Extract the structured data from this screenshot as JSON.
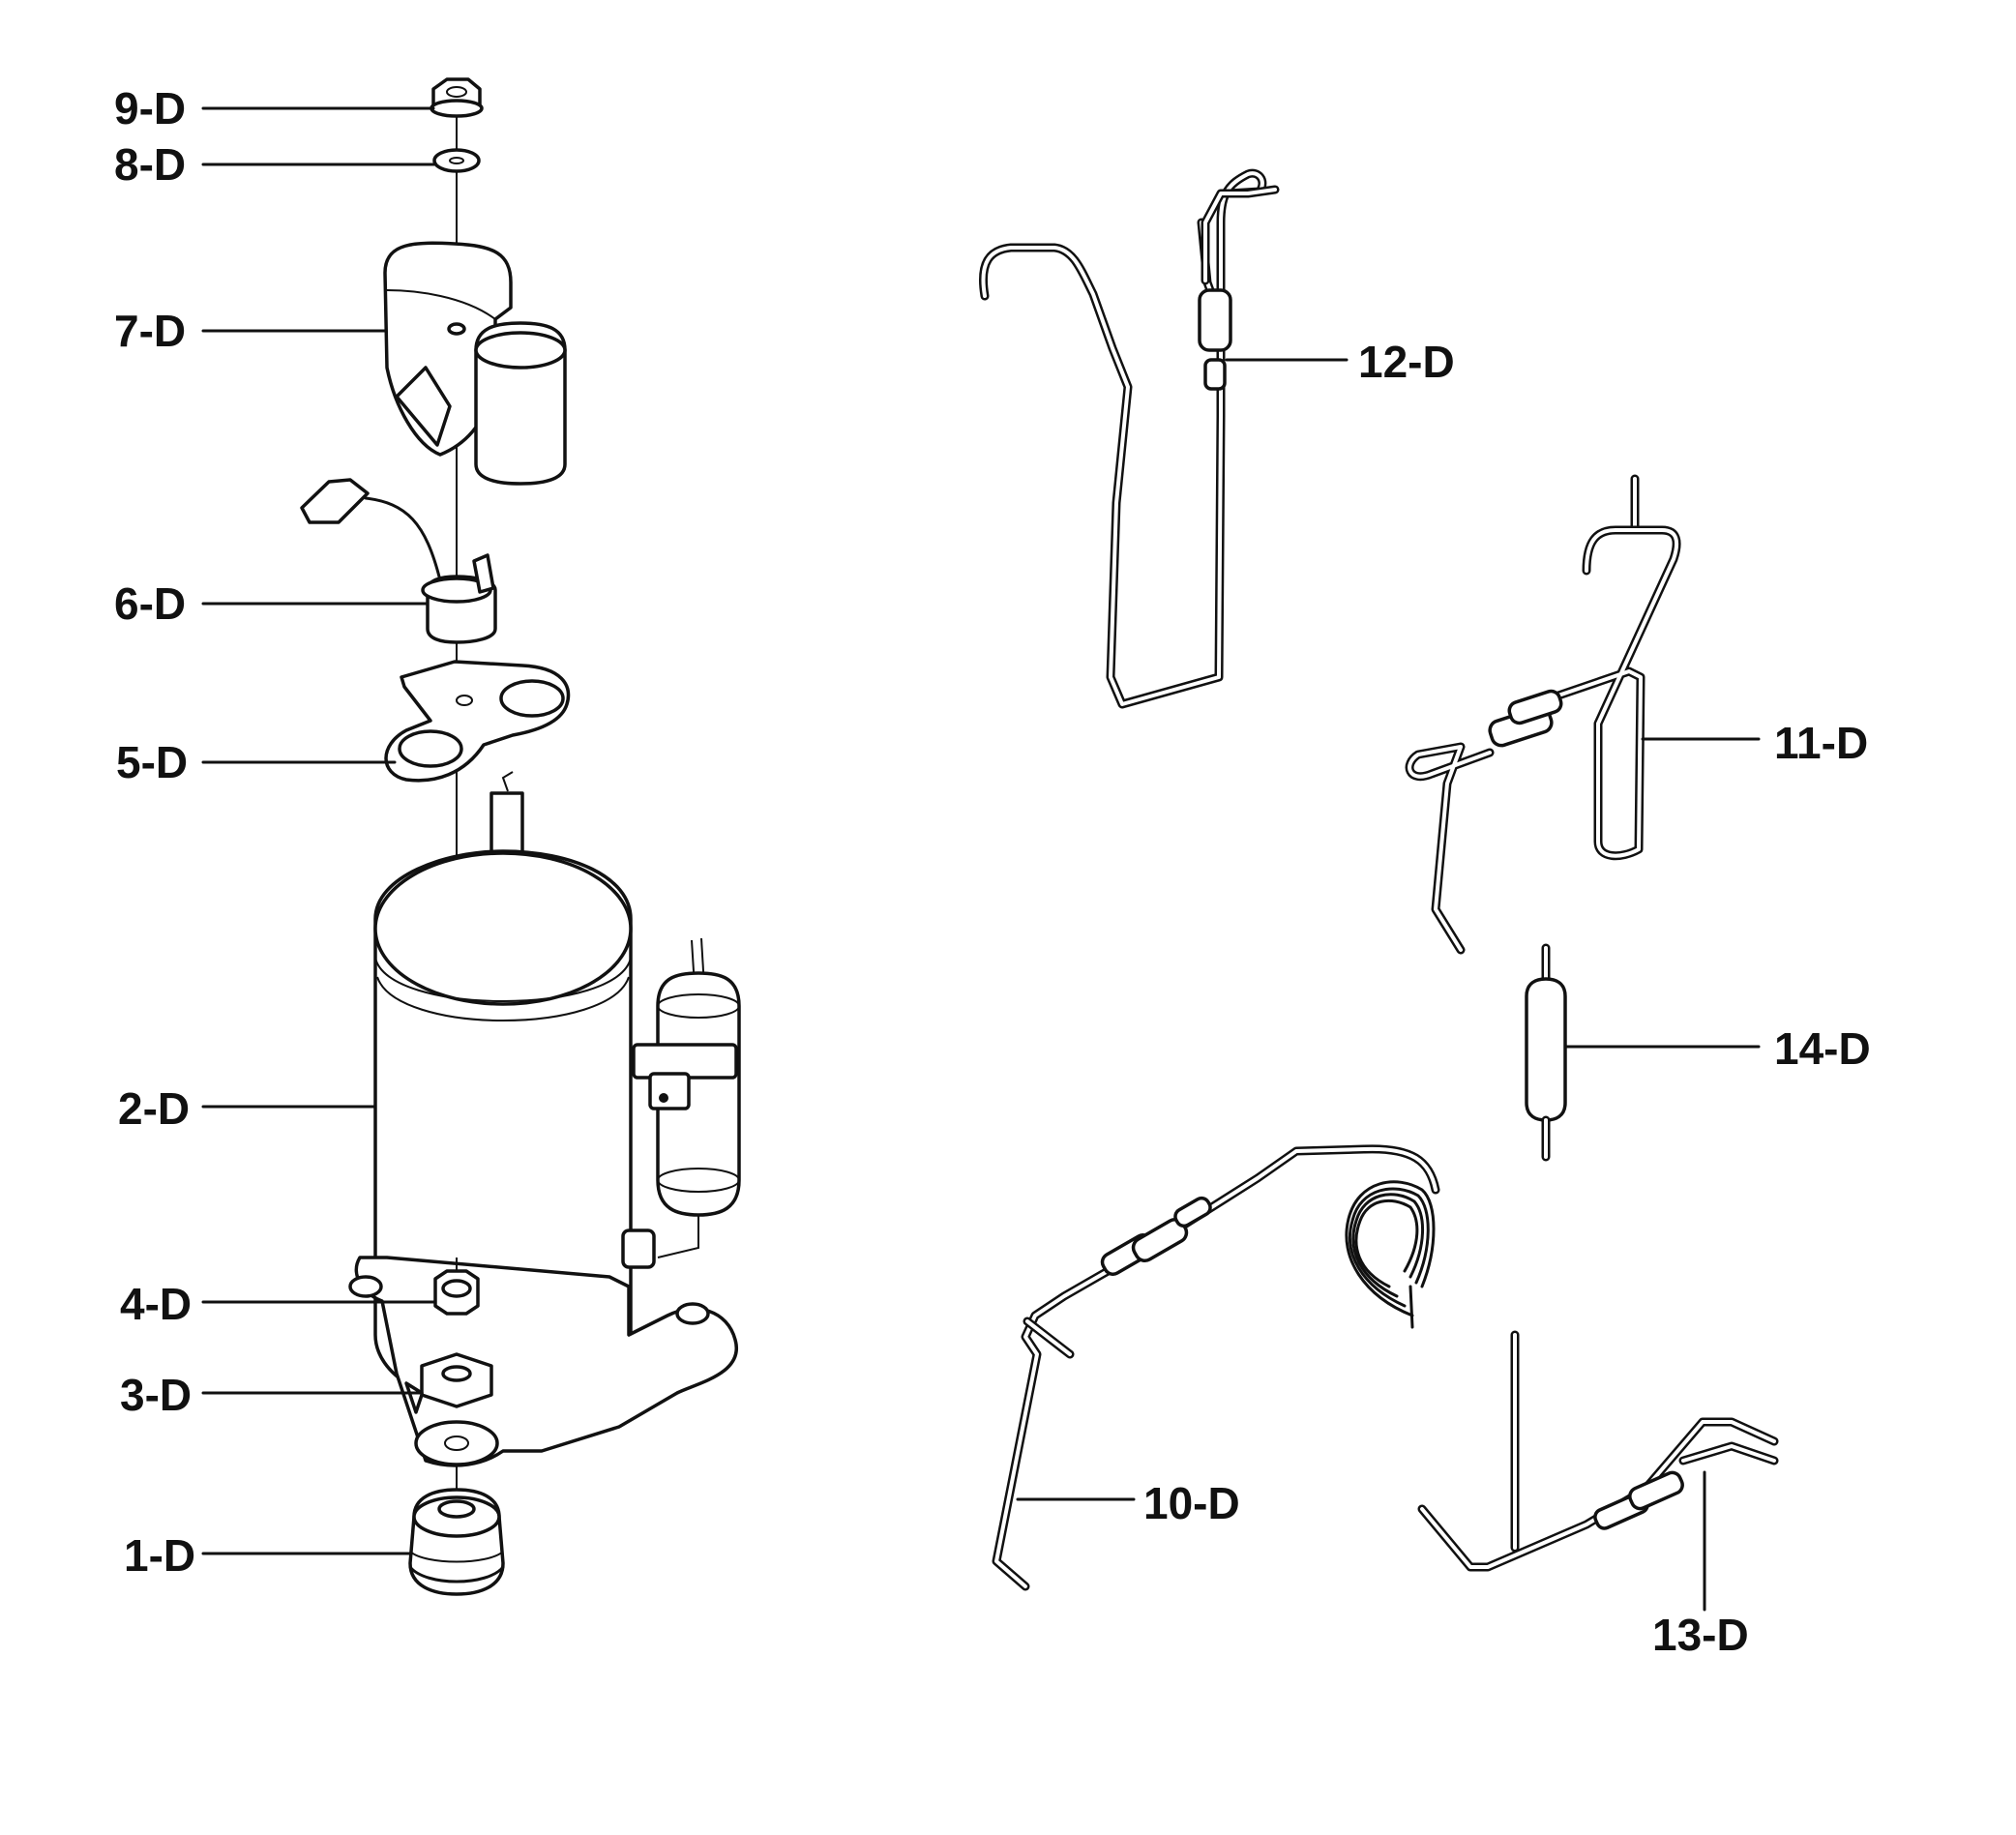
{
  "diagram": {
    "callouts": {
      "p1": "1-D",
      "p2": "2-D",
      "p3": "3-D",
      "p4": "4-D",
      "p5": "5-D",
      "p6": "6-D",
      "p7": "7-D",
      "p8": "8-D",
      "p9": "9-D",
      "p10": "10-D",
      "p11": "11-D",
      "p12": "12-D",
      "p13": "13-D",
      "p14": "14-D"
    }
  }
}
